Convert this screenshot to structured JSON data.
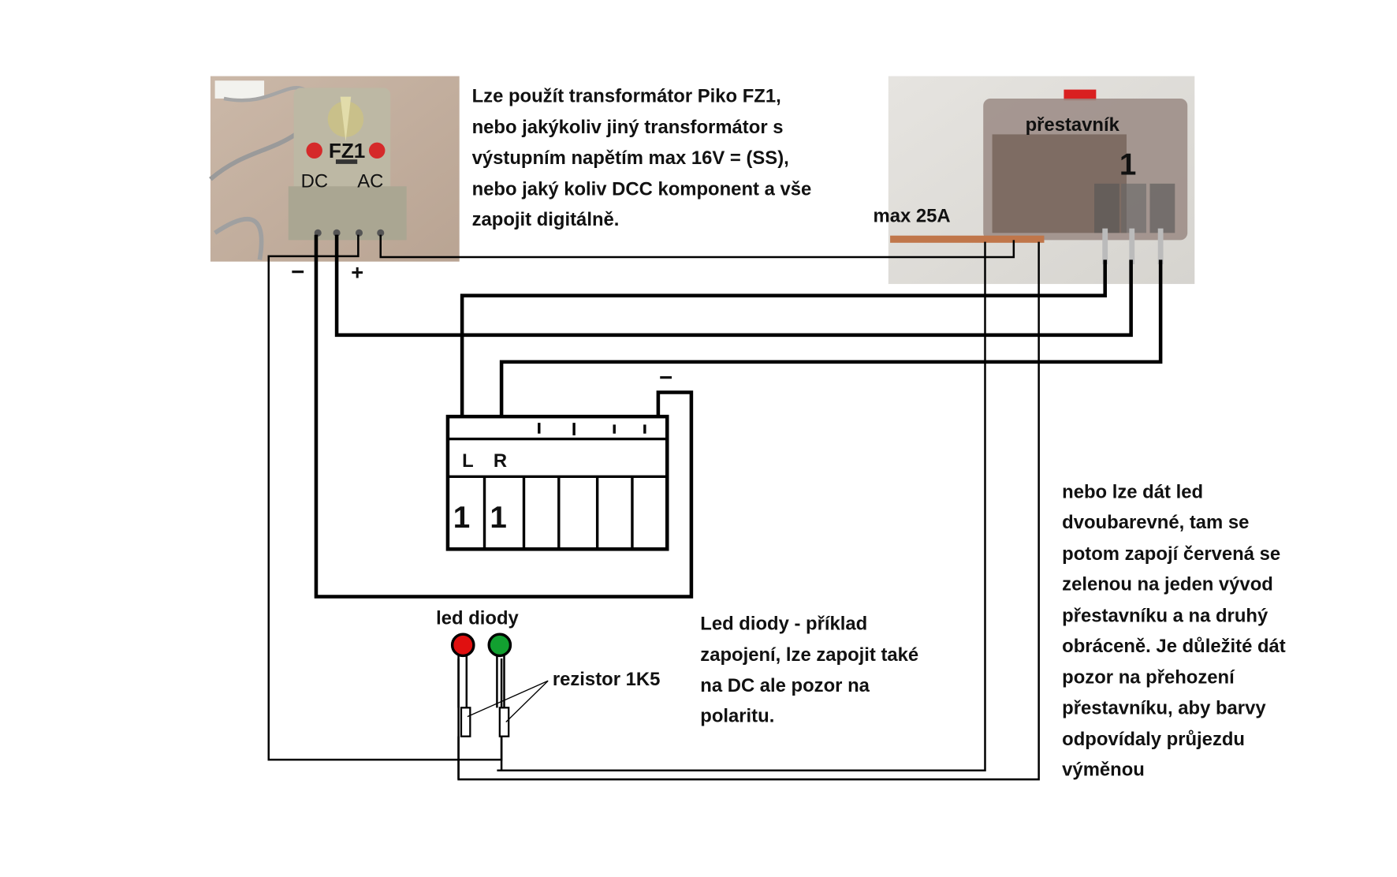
{
  "transformer": {
    "label": "FZ1",
    "dc_label": "DC",
    "ac_label": "AC",
    "minus_label": "−",
    "plus_label": "+"
  },
  "intro_text": [
    "Lze použít transformátor Piko FZ1,",
    "nebo jakýkoliv jiný transformátor s",
    "výstupním napětím max 16V = (SS),",
    "nebo jaký koliv DCC komponent a vše",
    "zapojit digitálně."
  ],
  "relay": {
    "label": "přestavník",
    "number": "1",
    "max_current": "max 25A"
  },
  "controller": {
    "minus_label": "−",
    "left_label": "L",
    "right_label": "R",
    "cell_1": "1",
    "cell_2": "1"
  },
  "leds": {
    "title": "led diody",
    "resistor_label": "rezistor 1K5",
    "red_color": "#e01010",
    "green_color": "#12a030"
  },
  "led_note": [
    "Led diody - příklad",
    "zapojení, lze zapojit také",
    "na DC ale pozor na",
    "polaritu."
  ],
  "bicolor_note": [
    "nebo lze dát led",
    "dvoubarevné, tam se",
    "potom zapojí červená se",
    "zelenou na jeden vývod",
    "přestavníku a na druhý",
    "obráceně. Je důležité dát",
    "pozor na přehození",
    "přestavníku, aby barvy",
    "odpovídaly průjezdu",
    "výměnou"
  ]
}
